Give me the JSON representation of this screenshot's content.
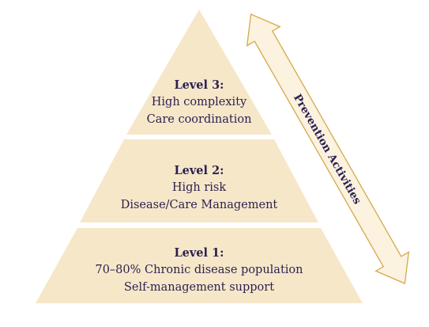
{
  "pyramid": {
    "levels": [
      {
        "title": "Level 3:",
        "lines": [
          "High complexity",
          "Care coordination"
        ]
      },
      {
        "title": "Level 2:",
        "lines": [
          "High risk",
          "Disease/Care Management"
        ]
      },
      {
        "title": "Level 1:",
        "lines": [
          "70–80% Chronic disease population",
          "Self-management support"
        ]
      }
    ],
    "fill_color": "#f6e7c9",
    "text_color": "#2b1f4f"
  },
  "arrow": {
    "label": "Prevention Activities",
    "fill_color": "#fbf2df",
    "stroke_color": "#d6a94a",
    "direction": "bidirectional"
  }
}
